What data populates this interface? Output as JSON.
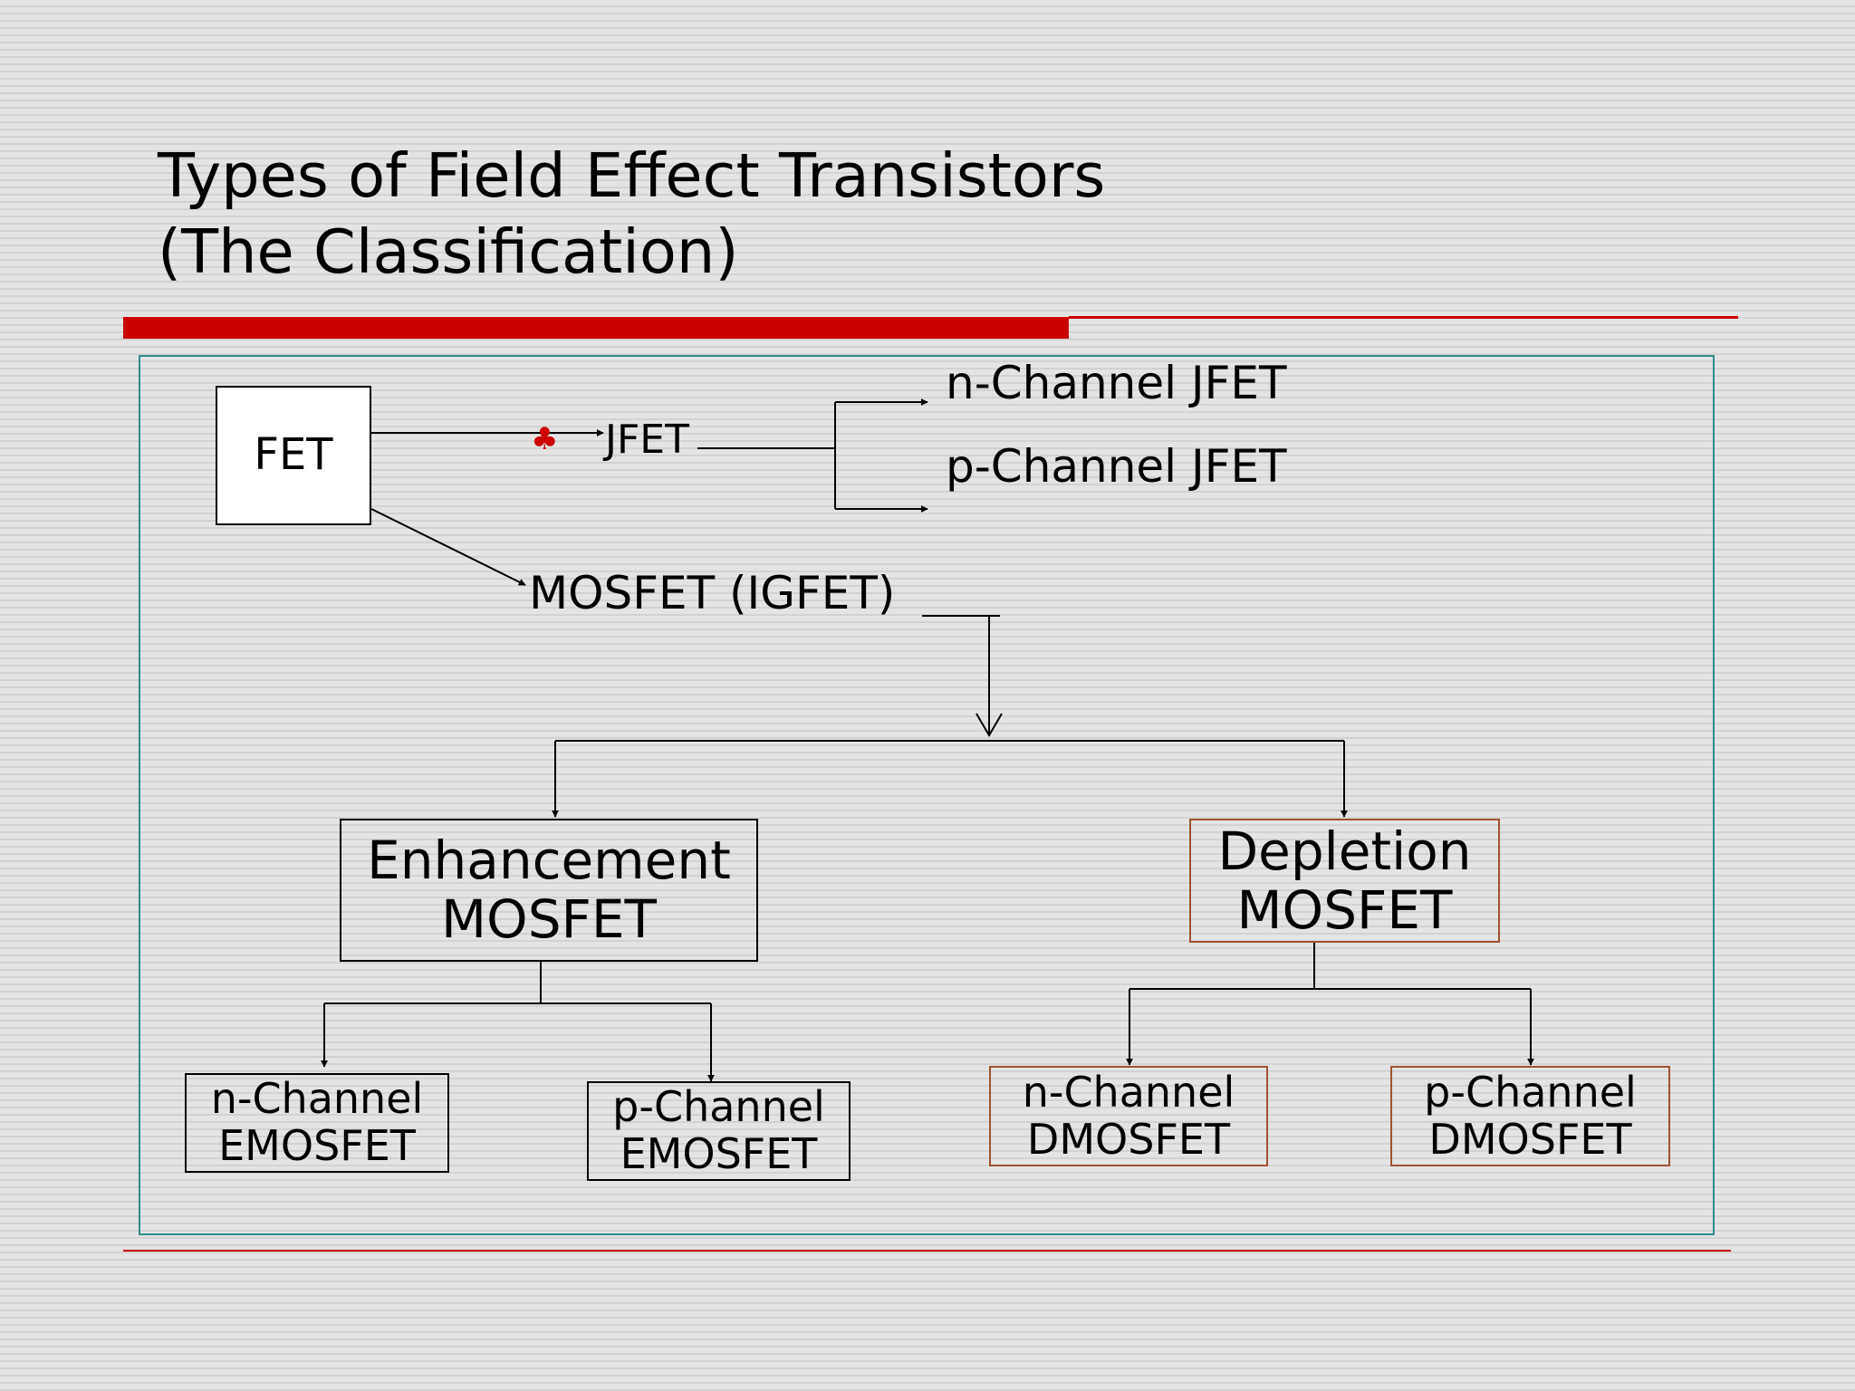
{
  "title": {
    "line1": "Types of Field Effect Transistors",
    "line2": "(The Classification)"
  },
  "colors": {
    "accent_red": "#cc0000",
    "frame_teal": "#2e8b8b",
    "depletion_border": "#a0522d",
    "bullet_red": "#cc0000"
  },
  "icons": {
    "bullet": "club-icon"
  },
  "bullet_glyph": "♣",
  "nodes": {
    "fet": "FET",
    "jfet": "JFET",
    "n_jfet": "n-Channel JFET",
    "p_jfet": "p-Channel JFET",
    "mosfet": "MOSFET (IGFET)",
    "enhancement": {
      "line1": "Enhancement",
      "line2": "MOSFET"
    },
    "depletion": {
      "line1": "Depletion",
      "line2": "MOSFET"
    },
    "n_emosfet": {
      "line1": "n-Channel",
      "line2": "EMOSFET"
    },
    "p_emosfet": {
      "line1": "p-Channel",
      "line2": "EMOSFET"
    },
    "n_dmosfet": {
      "line1": "n-Channel",
      "line2": "DMOSFET"
    },
    "p_dmosfet": {
      "line1": "p-Channel",
      "line2": "DMOSFET"
    }
  }
}
